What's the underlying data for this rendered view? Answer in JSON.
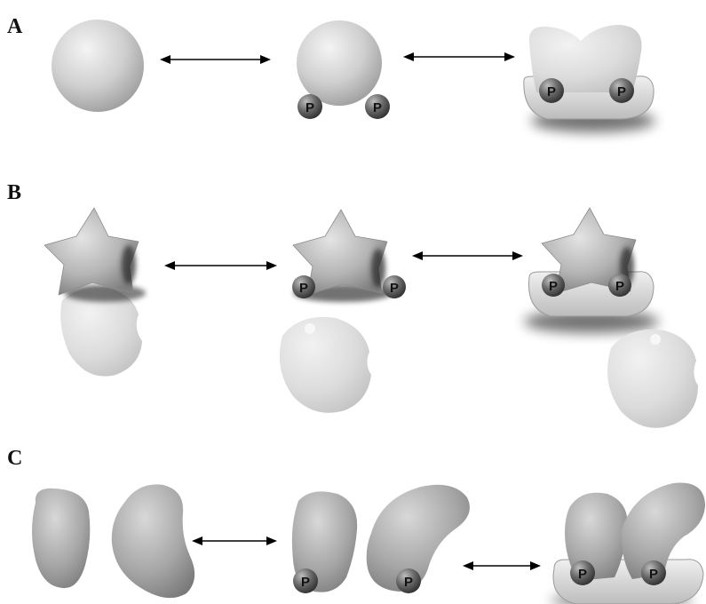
{
  "panels": {
    "a": {
      "label": "A"
    },
    "b": {
      "label": "B"
    },
    "c": {
      "label": "C"
    }
  },
  "phospho_label": "P",
  "colors": {
    "protein_light": "#dcdcdc",
    "protein_mid": "#a8a8a8",
    "phospho_dark": "#4a4a4a",
    "arrow": "#000000"
  }
}
